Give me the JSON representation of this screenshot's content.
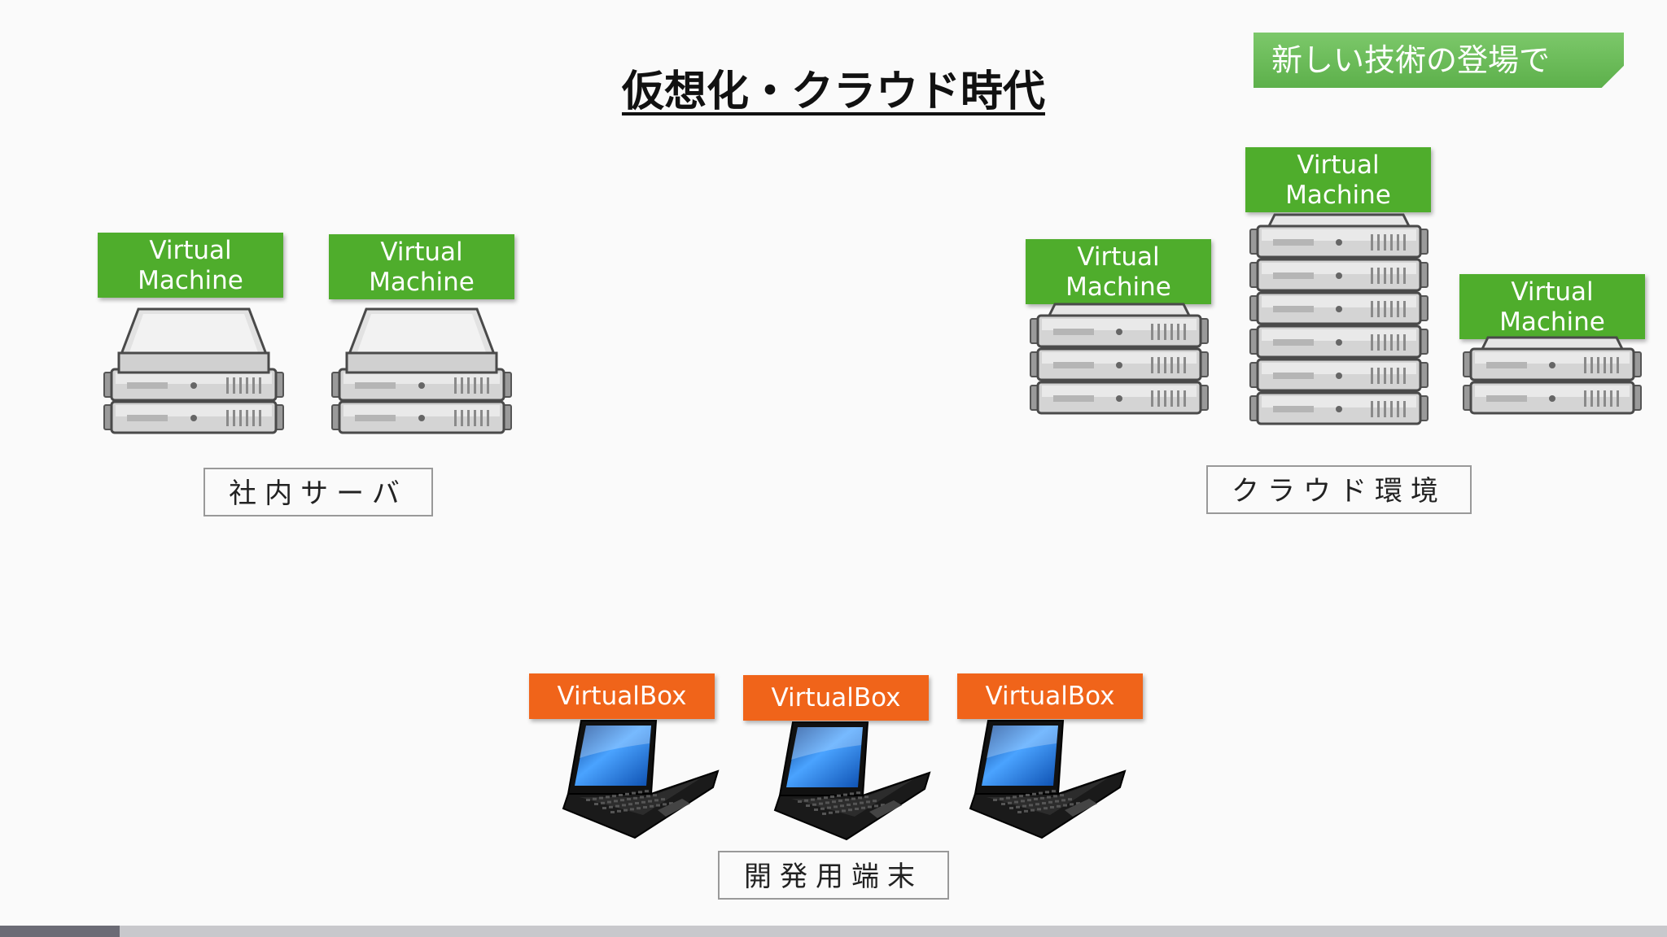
{
  "slide": {
    "title": "仮想化・クラウド時代",
    "ribbon_text": "新しい技術の登場で",
    "vm_label": "Virtual\nMachine",
    "vbox_label": "VirtualBox",
    "captions": {
      "on_premise": "社内サーバ",
      "cloud": "クラウド環境",
      "dev_terminal": "開発用端末"
    },
    "progress": 0.072
  },
  "colors": {
    "vm_green": "#4fad2c",
    "vbox_orange": "#f0641a",
    "ribbon_green": "#6cbf58"
  },
  "icons": {
    "server": "server-icon",
    "laptop": "laptop-icon"
  }
}
